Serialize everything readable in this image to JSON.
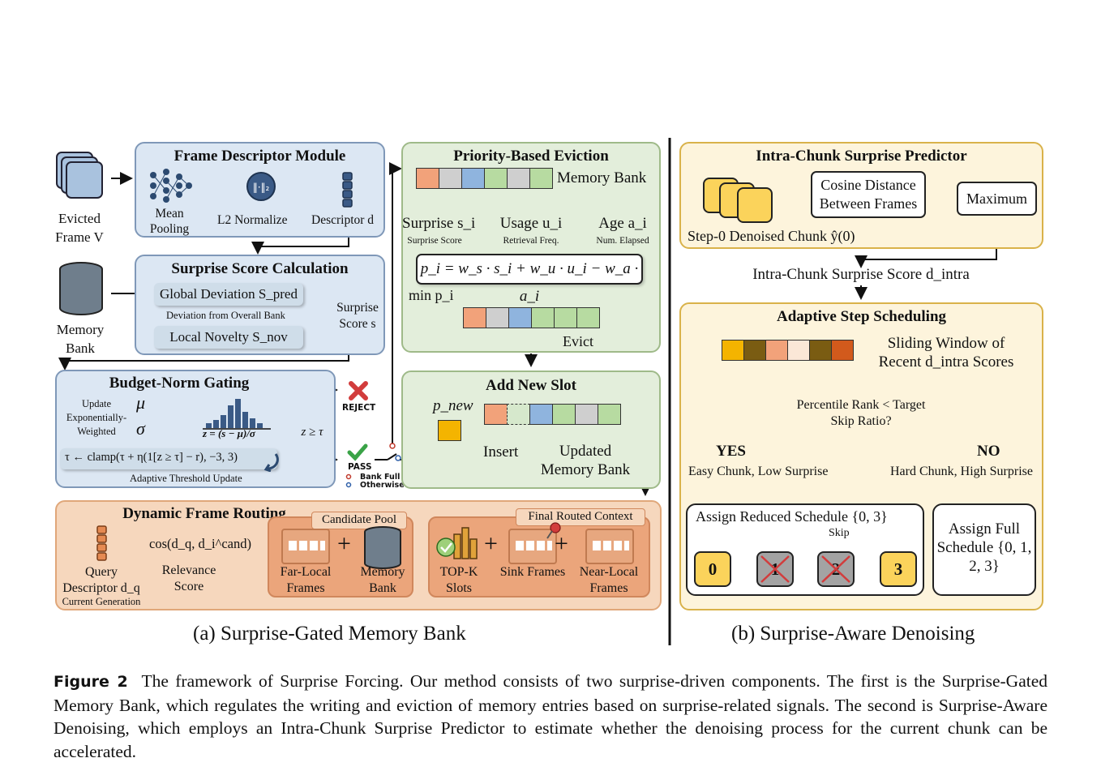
{
  "inputs": {
    "evicted_frame": "Evicted Frame V",
    "memory_bank": "Memory Bank"
  },
  "frame_descriptor": {
    "title": "Frame Descriptor Module",
    "mean_pooling": "Mean Pooling",
    "l2_normalize": "L2 Normalize",
    "descriptor": "Descriptor d"
  },
  "surprise_score": {
    "title": "Surprise Score Calculation",
    "global_deviation": "Global Deviation S_pred",
    "global_sub": "Deviation from Overall Bank",
    "local_novelty": "Local Novelty S_nov",
    "score": "Surprise Score s"
  },
  "budget_gating": {
    "title": "Budget-Norm Gating",
    "update_label": "Update Exponentially-Weighted",
    "mu": "μ",
    "sigma": "σ",
    "z_formula": "z = (s − μ)/σ",
    "condition": "z ≥ τ",
    "tau_update": "τ ← clamp(τ + η(1[z ≥ τ] − r), −3, 3)",
    "adaptive_label": "Adaptive Threshold Update",
    "reject": "REJECT",
    "pass": "PASS",
    "bank_full": "Bank Full",
    "otherwise": "Otherwise"
  },
  "eviction": {
    "title": "Priority-Based Eviction",
    "memory_bank": "Memory Bank",
    "surprise": "Surprise s_i",
    "surprise_sub": "Surprise Score",
    "usage": "Usage u_i",
    "usage_sub": "Retrieval Freq.",
    "age": "Age a_i",
    "age_sub": "Num. Elapsed",
    "formula": "p_i = w_s · s_i + w_u · u_i − w_a · a_i",
    "min_p": "min p_i",
    "evict": "Evict"
  },
  "add_slot": {
    "title": "Add New Slot",
    "p_new": "p_new",
    "insert": "Insert",
    "updated": "Updated Memory Bank"
  },
  "routing": {
    "title": "Dynamic Frame Routing",
    "query": "Query Descriptor d_q",
    "query_sub": "Current Generation",
    "cos": "cos(d_q, d_i^cand)",
    "relevance": "Relevance Score",
    "candidate_pool": "Candidate Pool",
    "far_local": "Far-Local Frames",
    "memory_bank": "Memory Bank",
    "final_context": "Final Routed Context",
    "topk": "TOP-K Slots",
    "sink": "Sink Frames",
    "near_local": "Near-Local Frames",
    "plus": "+"
  },
  "intra_chunk": {
    "title": "Intra-Chunk Surprise Predictor",
    "cosine": "Cosine Distance Between Frames",
    "maximum": "Maximum",
    "step0": "Step-0 Denoised Chunk ŷ(0)",
    "score_label": "Intra-Chunk Surprise Score d_intra"
  },
  "adaptive_step": {
    "title": "Adaptive Step Scheduling",
    "sliding": "Sliding Window of Recent d_intra Scores",
    "decision": "Percentile Rank < Target Skip Ratio?",
    "yes": "YES",
    "yes_sub": "Easy Chunk, Low Surprise",
    "no": "NO",
    "no_sub": "Hard Chunk, High Surprise",
    "reduced": "Assign Reduced Schedule {0, 3}",
    "skip": "Skip",
    "full": "Assign Full Schedule {0, 1, 2, 3}",
    "steps": [
      "0",
      "1",
      "2",
      "3"
    ]
  },
  "captions": {
    "a": "(a) Surprise-Gated Memory Bank",
    "b": "(b) Surprise-Aware Denoising"
  },
  "figure_caption": {
    "label": "Figure 2",
    "text": "The framework of Surprise Forcing. Our method consists of two surprise-driven components. The first is the Surprise-Gated Memory Bank, which regulates the writing and eviction of memory entries based on surprise-related signals. The second is Surprise-Aware Denoising, which employs an Intra-Chunk Surprise Predictor to estimate whether the denoising process for the current chunk can be accelerated."
  },
  "colors": {
    "blue_panel": "#dce7f3",
    "green_panel": "#e3eedb",
    "orange_panel": "#f6d7bd",
    "yellow_panel": "#fdf4dc",
    "slot_orange": "#f2a27a",
    "slot_gray": "#cfcfcf",
    "slot_blue": "#8fb4de",
    "slot_green": "#b7dba1"
  }
}
